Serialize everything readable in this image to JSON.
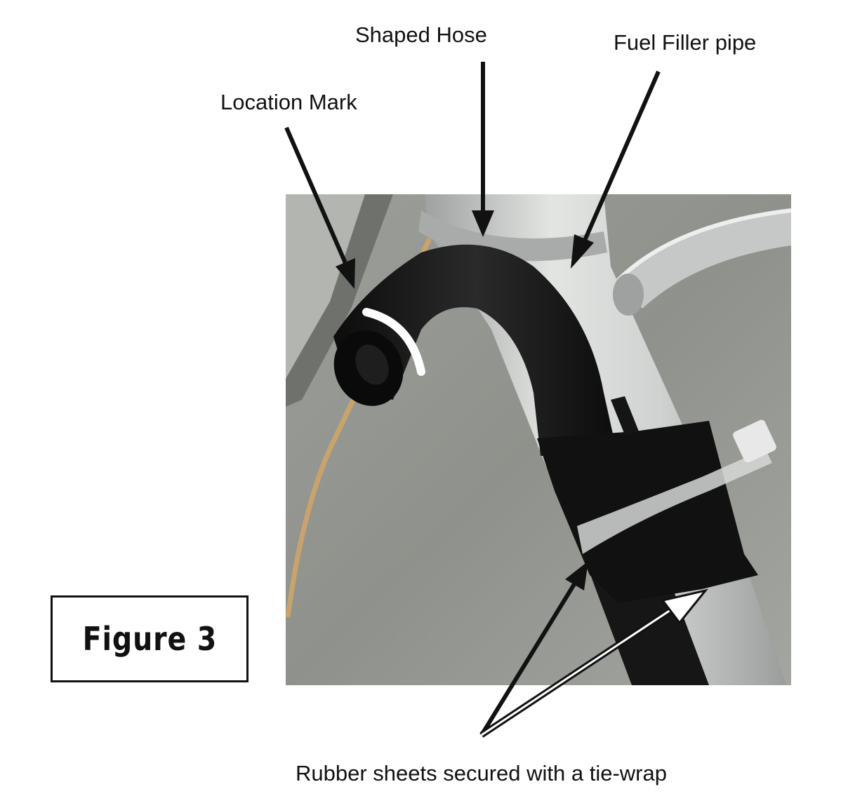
{
  "labels": {
    "shaped_hose": "Shaped Hose",
    "fuel_filler_pipe": "Fuel Filler pipe",
    "location_mark": "Location Mark",
    "rubber_sheets": "Rubber sheets secured with a tie-wrap"
  },
  "figure_caption": "Figure 3",
  "colors": {
    "background_grey": "#8f918c",
    "pipe_silver": "#c9ccca",
    "hose_black": "#141414",
    "arrow": "#111111",
    "tan_rod": "#c9a46a"
  }
}
